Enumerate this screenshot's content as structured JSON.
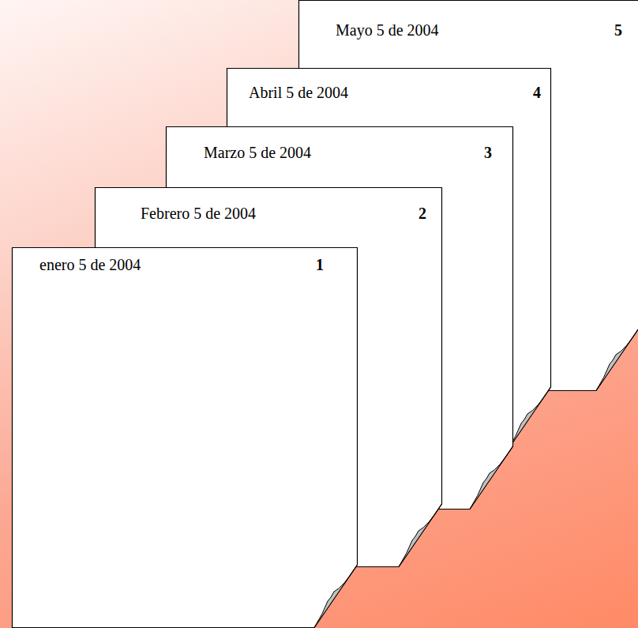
{
  "diagram": {
    "nodes": [
      {
        "text": [
          "enero 5 de 2004",
          "1"
        ]
      },
      {
        "text": [
          "Febrero 5 de 2004",
          "2"
        ]
      },
      {
        "text": [
          "Marzo 5 de 2004",
          "3"
        ]
      },
      {
        "text": [
          "Abril 5 de 2004",
          "4"
        ]
      },
      {
        "text": [
          "Mayo 5 de 2004",
          "5"
        ]
      }
    ]
  }
}
